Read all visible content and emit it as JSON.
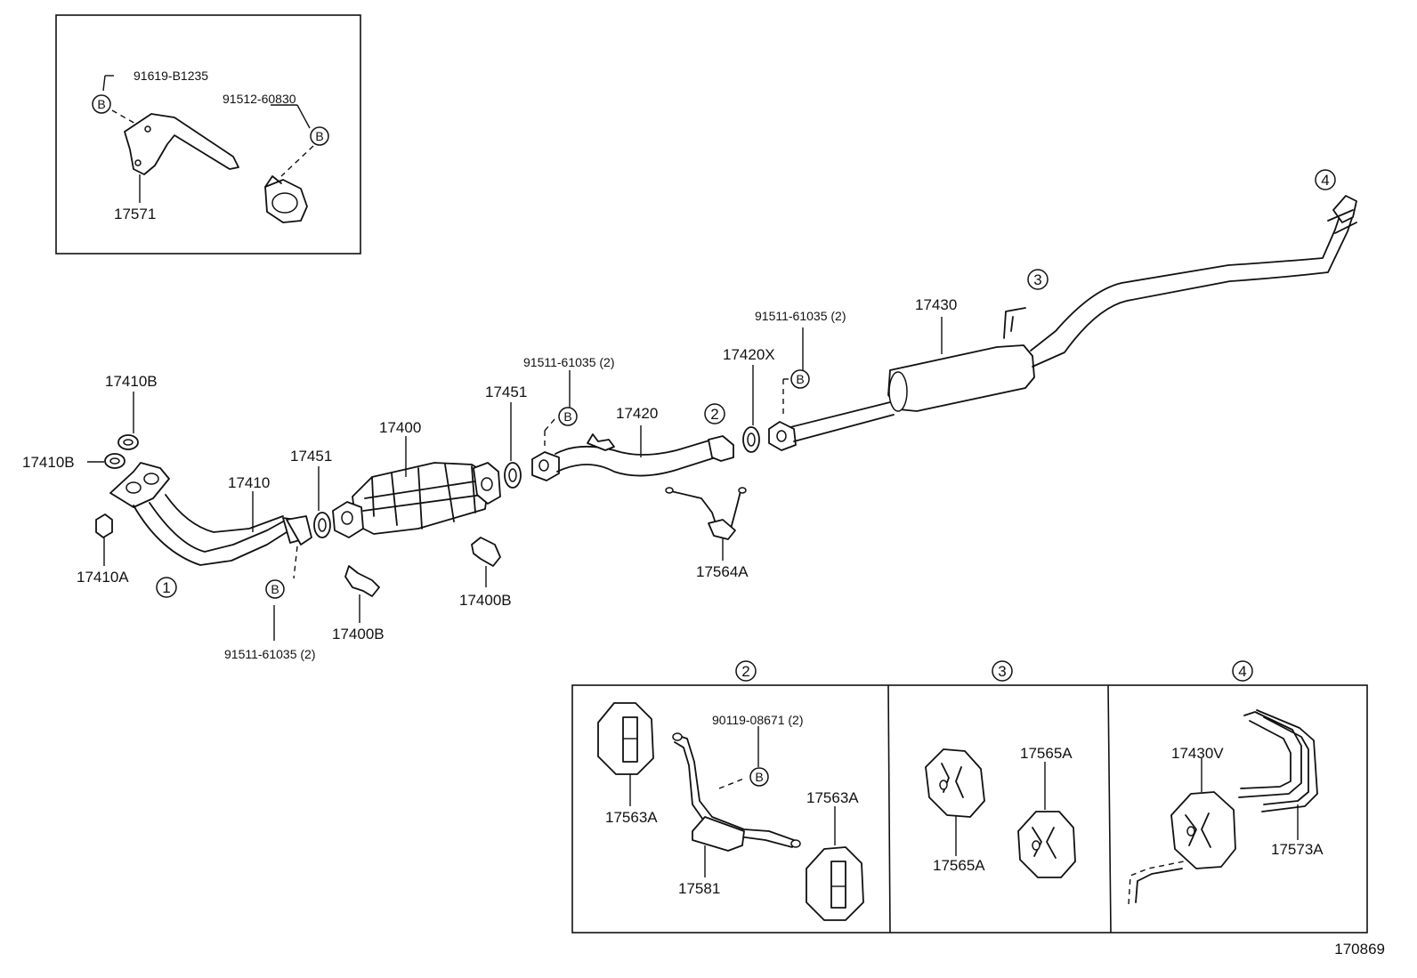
{
  "diagram_id": "170869",
  "bolt_symbol": "B",
  "callouts": {
    "c1": "1",
    "c2": "2",
    "c3": "3",
    "c4": "4"
  },
  "parts": {
    "p_91619_B1235": "91619-B1235",
    "p_91512_60830": "91512-60830",
    "p_17571": "17571",
    "p_17410B_top": "17410B",
    "p_17410B_left": "17410B",
    "p_17410": "17410",
    "p_17410A": "17410A",
    "p_17451_left": "17451",
    "p_17400": "17400",
    "p_17451_right": "17451",
    "p_17400B_left": "17400B",
    "p_17400B_mid": "17400B",
    "p_91511_61035_bottom": "91511-61035 (2)",
    "p_91511_61035_mid": "91511-61035 (2)",
    "p_17420": "17420",
    "p_17564A": "17564A",
    "p_17420X": "17420X",
    "p_91511_61035_right": "91511-61035 (2)",
    "p_17430": "17430",
    "p_90119_08671": "90119-08671 (2)",
    "p_17563A_left": "17563A",
    "p_17563A_right": "17563A",
    "p_17581": "17581",
    "p_17565A_top": "17565A",
    "p_17565A_bottom": "17565A",
    "p_17430V": "17430V",
    "p_17573A": "17573A"
  }
}
